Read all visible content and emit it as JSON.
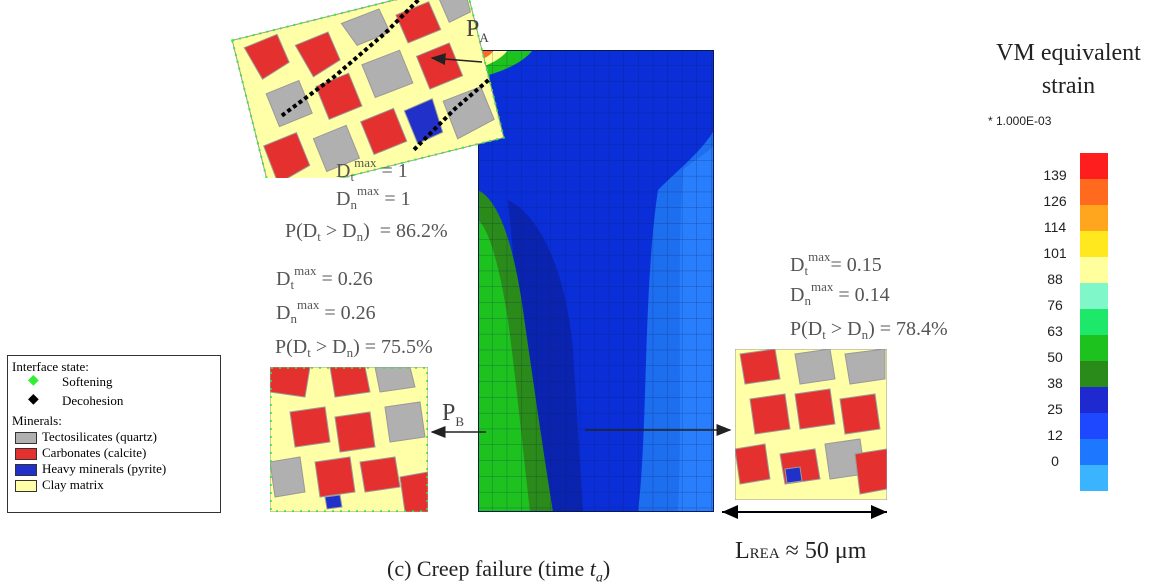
{
  "caption": "(c) Creep failure (time ",
  "caption_time": "t",
  "caption_sub": "a",
  "caption_close": ")",
  "point_a": {
    "letter": "P",
    "sub": "A"
  },
  "point_b": {
    "letter": "P",
    "sub": "B"
  },
  "stats_a": {
    "dt": "= 1",
    "dn": "= 1",
    "p": "= 86.2%"
  },
  "stats_b": {
    "dt": "= 0.26",
    "dn": "= 0.26",
    "p": "= 75.5%"
  },
  "stats_c": {
    "dt": "= 0.15",
    "dn": "= 0.14",
    "p": "= 78.4%"
  },
  "stat_symbols": {
    "D": "D",
    "t": "t",
    "n": "n",
    "max": "max",
    "P_open": "P(D",
    "gt": " > D",
    "close": ")"
  },
  "colorbar": {
    "title_line1": "VM equivalent",
    "title_line2": "strain",
    "scale": "* 1.000E-03",
    "ticks": [
      "139",
      "126",
      "114",
      "101",
      "88",
      "76",
      "63",
      "50",
      "38",
      "25",
      "12",
      "0"
    ],
    "colors": [
      "#ff1e1e",
      "#ff6a1e",
      "#ffa51e",
      "#ffe81e",
      "#ffff9e",
      "#7ff7c9",
      "#1ee86a",
      "#1ec21e",
      "#2a8a1a",
      "#1e2ad0",
      "#1e48ff",
      "#1e78ff",
      "#3ab4ff"
    ]
  },
  "legend": {
    "interface_heading": "Interface state:",
    "softening": "Softening",
    "decohesion": "Decohesion",
    "minerals_heading": "Minerals:",
    "minerals": [
      {
        "label": "Tectosilicates (quartz)",
        "color": "#b0b0b0"
      },
      {
        "label": "Carbonates (calcite)",
        "color": "#e53030"
      },
      {
        "label": "Heavy minerals (pyrite)",
        "color": "#2030c8"
      },
      {
        "label": "Clay matrix",
        "color": "#ffffa8"
      }
    ],
    "softening_color": "#33ee33",
    "decohesion_color": "#000000"
  },
  "scale_bar": {
    "label": "L",
    "sub": "REA",
    "value": " ≈ 50 μm"
  }
}
